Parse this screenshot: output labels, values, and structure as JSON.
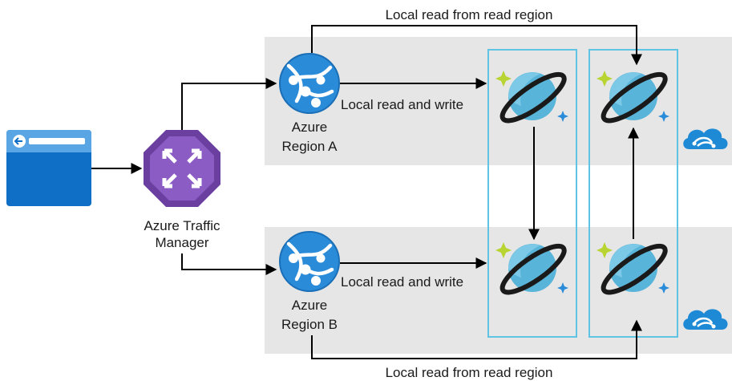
{
  "labels": {
    "top_read": "Local read from read region",
    "bottom_read": "Local read from read region",
    "rw_a": "Local read and write",
    "rw_b": "Local read and write",
    "traffic_manager_line1": "Azure Traffic",
    "traffic_manager_line2": "Manager",
    "region_a_line1": "Azure",
    "region_a_line2": "Region A",
    "region_b_line1": "Azure",
    "region_b_line2": "Region B"
  },
  "colors": {
    "region_band": "#e6e6e6",
    "column_border": "#5fc3e4",
    "arrow": "#000000",
    "browser": "#0f6fc6",
    "traffic_manager": "#6b3fa0",
    "app_service": "#2a8bd9",
    "cosmos_planet": "#59b4d9",
    "cosmos_ring": "#1a1a1a",
    "cosmos_sparkle": "#b8d432",
    "cloud": "#1e8ad6"
  },
  "icons": {
    "browser": "browser-window-icon",
    "traffic_manager": "traffic-manager-icon",
    "app_service": "app-service-globe-icon",
    "cosmos_db": "cosmos-db-icon",
    "cloud": "cloud-icon"
  }
}
